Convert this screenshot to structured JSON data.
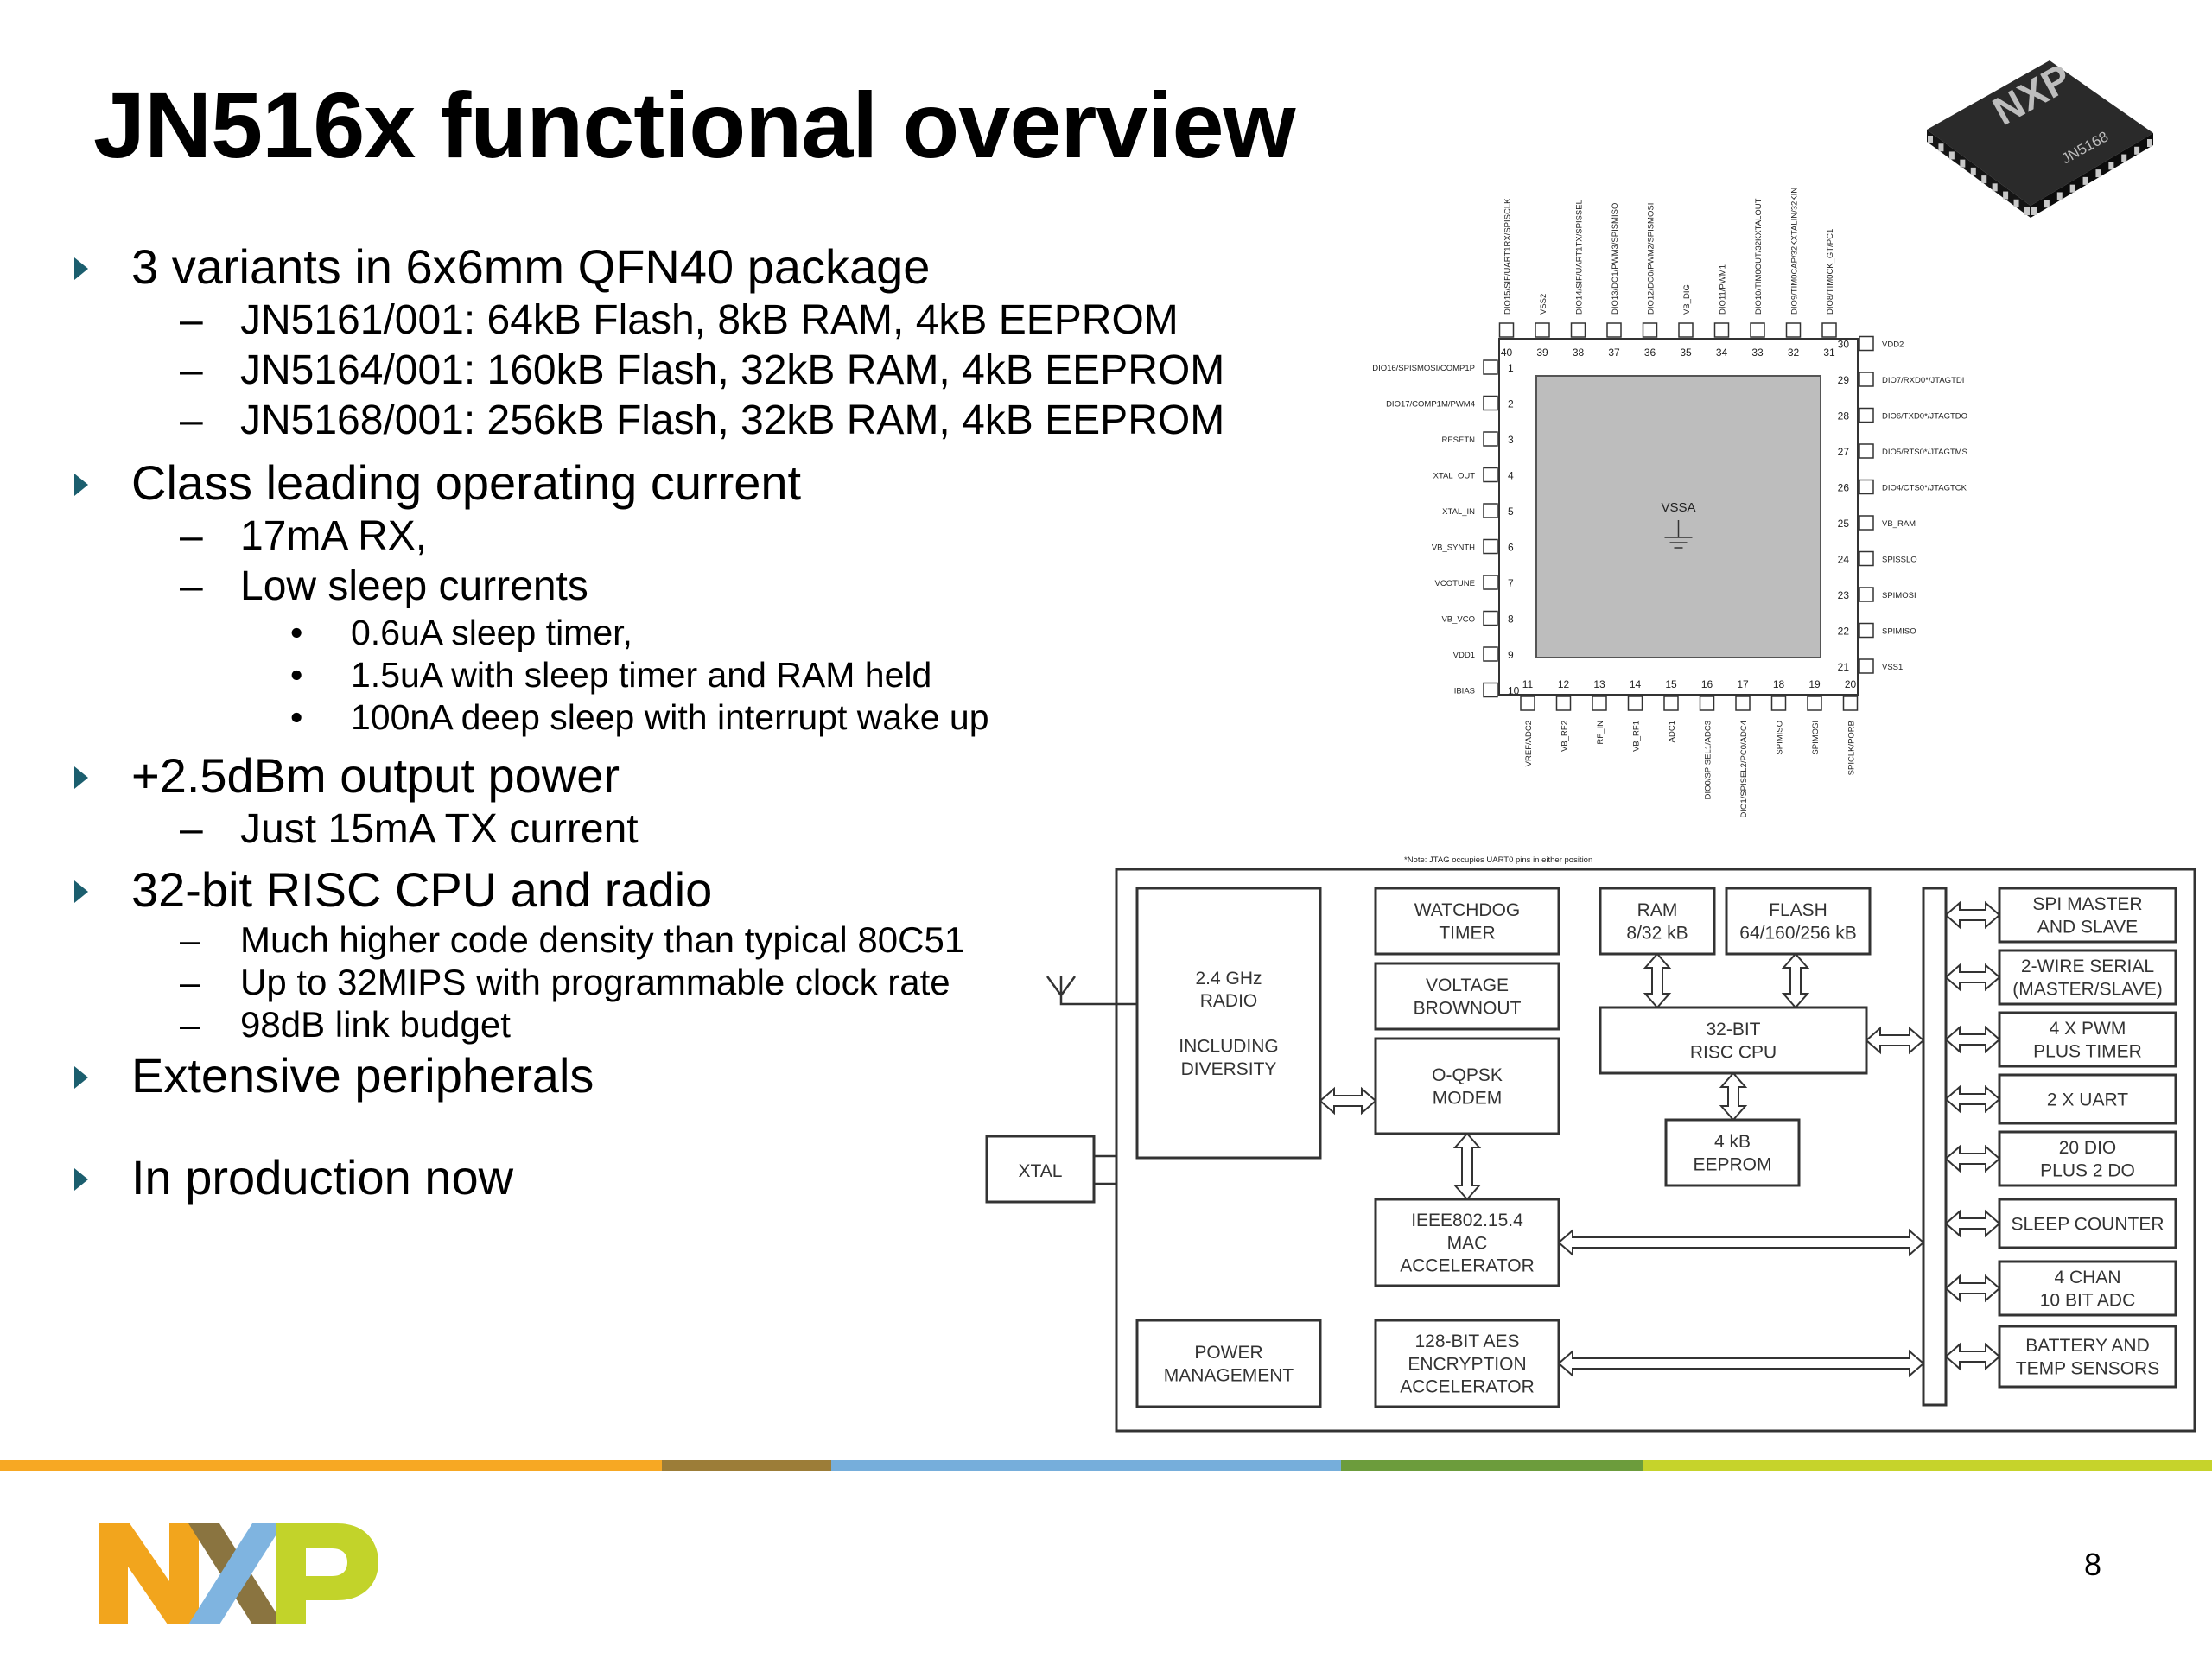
{
  "title": "JN516x functional overview",
  "sections": [
    {
      "text": "3 variants in 6x6mm QFN40 package",
      "subs": [
        {
          "text": "JN5161/001: 64kB Flash, 8kB RAM, 4kB EEPROM"
        },
        {
          "text": "JN5164/001: 160kB Flash, 32kB RAM, 4kB EEPROM"
        },
        {
          "text": "JN5168/001: 256kB Flash, 32kB RAM, 4kB EEPROM"
        }
      ]
    },
    {
      "text": "Class leading operating current",
      "subs": [
        {
          "text": "17mA RX,"
        },
        {
          "text": "Low sleep currents",
          "subs": [
            {
              "text": "0.6uA sleep timer,"
            },
            {
              "text": "1.5uA with sleep timer and RAM held"
            },
            {
              "text": "100nA deep sleep with interrupt wake up"
            }
          ]
        }
      ]
    },
    {
      "text": "+2.5dBm output power",
      "subs": [
        {
          "text": "Just 15mA TX current"
        }
      ]
    },
    {
      "text": "32-bit RISC CPU and radio",
      "subs": [
        {
          "text": "Much higher code density than typical 80C51"
        },
        {
          "text": "Up to 32MIPS with programmable clock rate"
        },
        {
          "text": "98dB link budget"
        }
      ]
    },
    {
      "text": "Extensive peripherals",
      "subs": []
    },
    {
      "text": "In production now",
      "subs": []
    }
  ],
  "pinout": {
    "center_label": "VSSA",
    "note": "*Note: JTAG occupies UART0 pins in either position",
    "left": [
      {
        "num": "1",
        "name": "DIO16/SPISMOSI/COMP1P"
      },
      {
        "num": "2",
        "name": "DIO17/COMP1M/PWM4"
      },
      {
        "num": "3",
        "name": "RESETN"
      },
      {
        "num": "4",
        "name": "XTAL_OUT"
      },
      {
        "num": "5",
        "name": "XTAL_IN"
      },
      {
        "num": "6",
        "name": "VB_SYNTH"
      },
      {
        "num": "7",
        "name": "VCOTUNE"
      },
      {
        "num": "8",
        "name": "VB_VCO"
      },
      {
        "num": "9",
        "name": "VDD1"
      },
      {
        "num": "10",
        "name": "IBIAS"
      }
    ],
    "bottom": [
      {
        "num": "11",
        "name": "VREF/ADC2"
      },
      {
        "num": "12",
        "name": "VB_RF2"
      },
      {
        "num": "13",
        "name": "RF_IN"
      },
      {
        "num": "14",
        "name": "VB_RF1"
      },
      {
        "num": "15",
        "name": "ADC1"
      },
      {
        "num": "16",
        "name": "DIO0/SPISEL1/ADC3"
      },
      {
        "num": "17",
        "name": "DIO1/SPISEL2/PC0/ADC4"
      },
      {
        "num": "18",
        "name": "SPIMISO"
      },
      {
        "num": "19",
        "name": "SPIMOSI"
      },
      {
        "num": "20",
        "name": "SPICLK/PORB"
      }
    ],
    "right": [
      {
        "num": "21",
        "name": "VSS1"
      },
      {
        "num": "22",
        "name": "SPIMISO"
      },
      {
        "num": "23",
        "name": "SPIMOSI"
      },
      {
        "num": "24",
        "name": "SPISSLO"
      },
      {
        "num": "25",
        "name": "VB_RAM"
      },
      {
        "num": "26",
        "name": "DIO4/CTS0*/JTAGTCK"
      },
      {
        "num": "27",
        "name": "DIO5/RTS0*/JTAGTMS"
      },
      {
        "num": "28",
        "name": "DIO6/TXD0*/JTAGTDO"
      },
      {
        "num": "29",
        "name": "DIO7/RXD0*/JTAGTDI"
      },
      {
        "num": "30",
        "name": "VDD2"
      }
    ],
    "top": [
      {
        "num": "31",
        "name": "DIO8/TIM0CK_GT/PC1"
      },
      {
        "num": "32",
        "name": "DIO9/TIM0CAP/32KXTALIN/32KIN"
      },
      {
        "num": "33",
        "name": "DIO10/TIM0OUT/32KXTALOUT"
      },
      {
        "num": "34",
        "name": "DIO11/PWM1"
      },
      {
        "num": "35",
        "name": "VB_DIG"
      },
      {
        "num": "36",
        "name": "DIO12/DO0/PWM2/SPISMOSI"
      },
      {
        "num": "37",
        "name": "DIO13/DO1/PWM3/SPISMISO"
      },
      {
        "num": "38",
        "name": "DIO14/SIF/UART1TX/SPISSEL"
      },
      {
        "num": "39",
        "name": "VSS2"
      },
      {
        "num": "40",
        "name": "DIO15/SIF/UART1RX/SPISCLK"
      }
    ]
  },
  "block_diagram": {
    "radio": [
      "2.4 GHz",
      "RADIO",
      "",
      "INCLUDING",
      "DIVERSITY"
    ],
    "xtal": "XTAL",
    "watchdog": [
      "WATCHDOG",
      "TIMER"
    ],
    "voltage": [
      "VOLTAGE",
      "BROWNOUT"
    ],
    "modem": [
      "O-QPSK",
      "MODEM"
    ],
    "mac": [
      "IEEE802.15.4",
      "MAC",
      "ACCELERATOR"
    ],
    "power": [
      "POWER",
      "MANAGEMENT"
    ],
    "aes": [
      "128-BIT AES",
      "ENCRYPTION",
      "ACCELERATOR"
    ],
    "ram": [
      "RAM",
      "8/32 kB"
    ],
    "flash": [
      "FLASH",
      "64/160/256 kB"
    ],
    "cpu": [
      "32-BIT",
      "RISC CPU"
    ],
    "eeprom": [
      "4 kB",
      "EEPROM"
    ],
    "peripherals": [
      [
        "SPI MASTER",
        "AND SLAVE"
      ],
      [
        "2-WIRE SERIAL",
        "(MASTER/SLAVE)"
      ],
      [
        "4 X PWM",
        "PLUS TIMER"
      ],
      [
        "2 X UART"
      ],
      [
        "20 DIO",
        "PLUS 2 DO"
      ],
      [
        "SLEEP COUNTER"
      ],
      [
        "4 CHAN",
        "10 BIT ADC"
      ],
      [
        "BATTERY AND",
        "TEMP SENSORS"
      ]
    ]
  },
  "chip_marking": "JN5168",
  "logo_text": "NXP",
  "page_number": "8",
  "colors": {
    "bullet_arrow": "#1b5e6e",
    "band": [
      "#f7a823",
      "#9c7d38",
      "#76aedb",
      "#6c9c3c",
      "#c6d32b"
    ],
    "logo_n": "#f2a51d",
    "logo_x_left": "#8a7440",
    "logo_x_right": "#7fb4e0",
    "logo_p": "#c2d32a"
  }
}
